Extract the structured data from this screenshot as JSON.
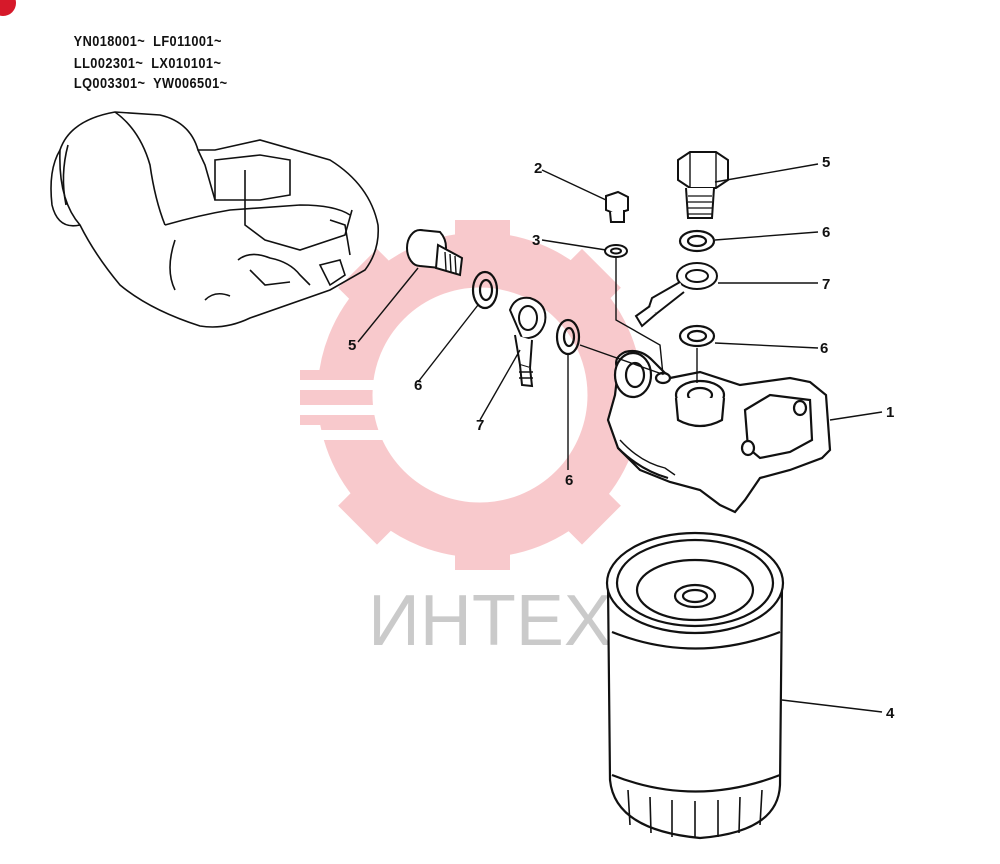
{
  "serials": [
    [
      "YN018001~",
      "LF011001~"
    ],
    [
      "LL002301~",
      "LX010101~"
    ],
    [
      "LQ003301~",
      "YW006501~"
    ]
  ],
  "watermark": {
    "text": "ИНТЕХ",
    "color": "#e8424a"
  },
  "callouts": [
    {
      "id": "c1",
      "label": "1"
    },
    {
      "id": "c2",
      "label": "2"
    },
    {
      "id": "c3",
      "label": "3"
    },
    {
      "id": "c4",
      "label": "4"
    },
    {
      "id": "c5a",
      "label": "5"
    },
    {
      "id": "c5b",
      "label": "5"
    },
    {
      "id": "c6a",
      "label": "6"
    },
    {
      "id": "c6b",
      "label": "6"
    },
    {
      "id": "c6c",
      "label": "6"
    },
    {
      "id": "c6d",
      "label": "6"
    },
    {
      "id": "c7a",
      "label": "7"
    },
    {
      "id": "c7b",
      "label": "7"
    }
  ]
}
